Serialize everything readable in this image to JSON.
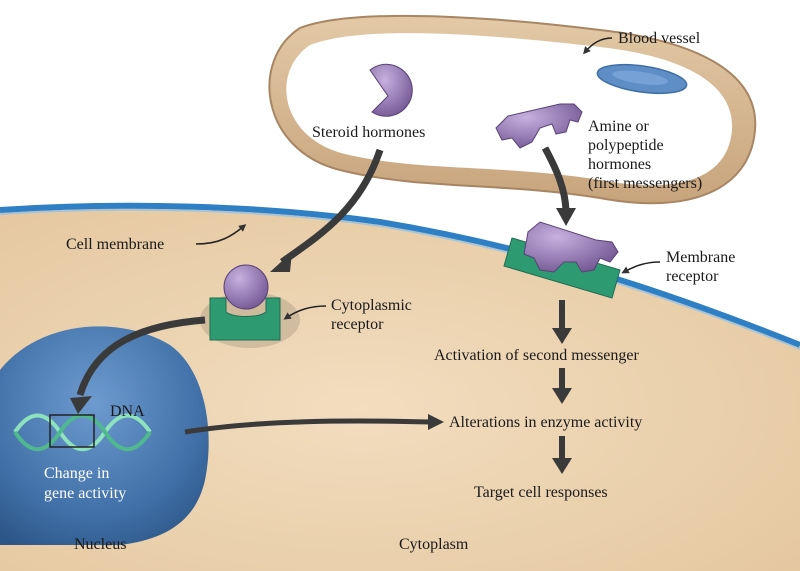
{
  "labels": {
    "blood_vessel": "Blood vessel",
    "steroid_hormones": "Steroid hormones",
    "amine_hormones": [
      "Amine or",
      "polypeptide",
      "hormones",
      "(first messengers)"
    ],
    "cell_membrane": "Cell membrane",
    "membrane_receptor": [
      "Membrane",
      "receptor"
    ],
    "cytoplasmic_receptor": [
      "Cytoplasmic",
      "receptor"
    ],
    "second_messenger": "Activation of second messenger",
    "dna": "DNA",
    "enzyme_activity": "Alterations in enzyme activity",
    "gene_activity": [
      "Change in",
      "gene activity"
    ],
    "target_responses": "Target cell responses",
    "nucleus": "Nucleus",
    "cytoplasm": "Cytoplasm"
  },
  "colors": {
    "cytoplasm": "#e8cfa9",
    "membrane": "#2f7fc4",
    "vessel_wall": "#d2b38f",
    "vessel_inner": "#ffffff",
    "hormone": "#8a6fa8",
    "receptor": "#2e9a72",
    "nucleus": "#3f6fa6",
    "dna": "#6fd1a8",
    "arrow": "#3a3a3a"
  }
}
